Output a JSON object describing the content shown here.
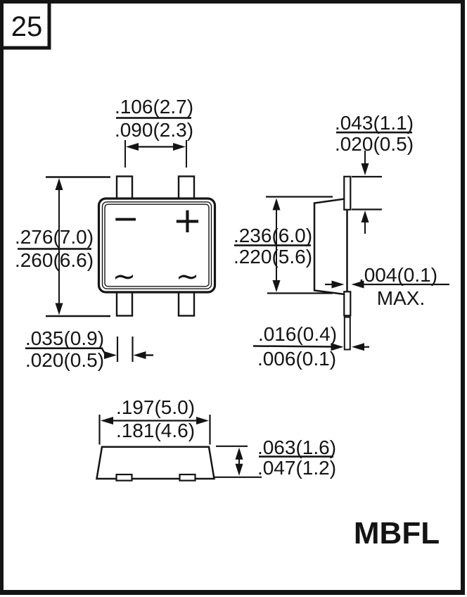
{
  "page": {
    "page_number": "25",
    "package_name": "MBFL"
  },
  "front_view": {
    "minus_symbol": "−",
    "plus_symbol": "+",
    "ac_symbol_left": "∼",
    "ac_symbol_right": "∼"
  },
  "dims": {
    "lead_pitch": {
      "max": ".106(2.7)",
      "min": ".090(2.3)"
    },
    "overall_height": {
      "max": ".276(7.0)",
      "min": ".260(6.6)"
    },
    "terminal_length": {
      "max": ".043(1.1)",
      "min": ".020(0.5)"
    },
    "body_height": {
      "max": ".236(6.0)",
      "min": ".220(5.6)"
    },
    "standoff": {
      "value": ".004(0.1)",
      "qualifier": "MAX."
    },
    "lead_width": {
      "max": ".035(0.9)",
      "min": ".020(0.5)"
    },
    "lead_thickness": {
      "max": ".016(0.4)",
      "min": ".006(0.1)"
    },
    "body_width": {
      "max": ".197(5.0)",
      "min": ".181(4.6)"
    },
    "body_thickness": {
      "max": ".063(1.6)",
      "min": ".047(1.2)"
    }
  },
  "colors": {
    "ink": "#141414",
    "paper": "#ffffff"
  }
}
